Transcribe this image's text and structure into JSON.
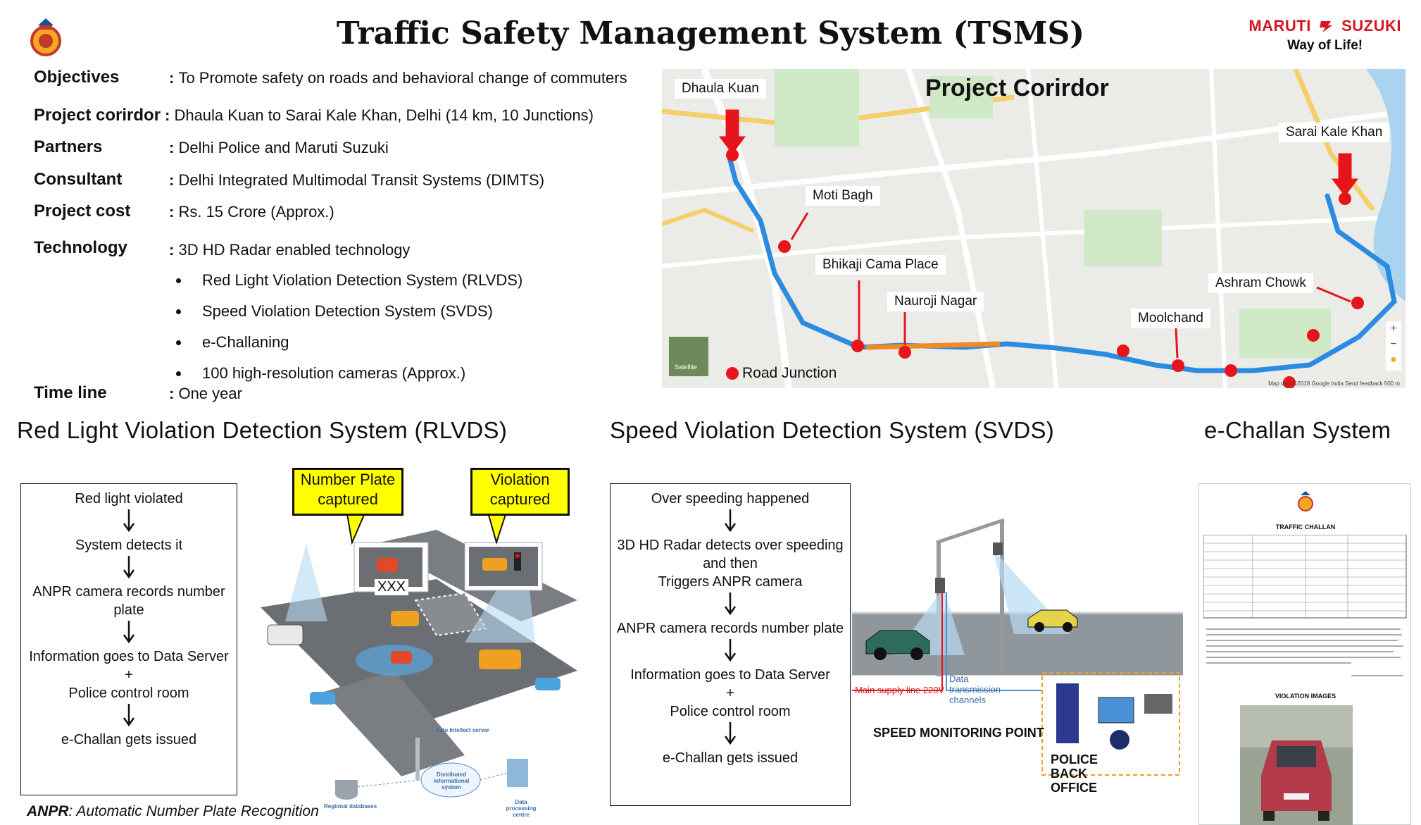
{
  "header": {
    "title": "Traffic Safety Management System (TSMS)",
    "brand_name_left": "MARUTI",
    "brand_name_right": "SUZUKI",
    "brand_tagline": "Way of Life!"
  },
  "info": [
    {
      "label": "Objectives",
      "value": "To Promote safety on roads  and behavioral change of commuters"
    },
    {
      "label": "Project corirdor",
      "value": "Dhaula Kuan  to  Sarai Kale Khan, Delhi  (14 km, 10 Junctions)"
    },
    {
      "label": "Partners",
      "value": "Delhi Police and Maruti Suzuki"
    },
    {
      "label": "Consultant",
      "value": "Delhi Integrated Multimodal Transit Systems (DIMTS)"
    },
    {
      "label": "Project cost",
      "value": "Rs. 15 Crore (Approx.)"
    },
    {
      "label": "Technology",
      "value": "3D HD Radar enabled technology"
    },
    {
      "label": "Time line",
      "value": "One year"
    }
  ],
  "technology_bullets": [
    "Red Light Violation Detection System (RLVDS)",
    "Speed Violation Detection System (SVDS)",
    "e-Challaning",
    "100 high-resolution cameras (Approx.)"
  ],
  "map": {
    "title": "Project Corirdor",
    "junction_labels": [
      "Dhaula Kuan",
      "Sarai Kale Khan",
      "Moti Bagh",
      "Bhikaji Cama Place",
      "Nauroji Nagar",
      "Moolchand",
      "Ashram Chowk"
    ],
    "legend": "Road Junction",
    "satellite_label": "Satellite",
    "footer_text": "Map data ©2018 Google   India   Send feedback   500 m",
    "route_color": "#2a8be0",
    "junction_color": "#e8141b"
  },
  "rlvds": {
    "heading": "Red Light Violation Detection System (RLVDS)",
    "steps": [
      "Red light violated",
      "System detects it",
      "ANPR camera records number plate",
      "Information goes to Data Server\n+\nPolice control room",
      "e-Challan gets issued"
    ],
    "callout_left": "Number Plate captured",
    "callout_right": "Violation captured",
    "plate_text": "XXX",
    "illus_labels": [
      "Auto Intellect server",
      "Distributed informational system",
      "Regional databases",
      "Data processing centre"
    ]
  },
  "svds": {
    "heading": "Speed Violation Detection System (SVDS)",
    "steps": [
      "Over speeding happened",
      "3D HD Radar detects over speeding\nand then\nTriggers ANPR camera",
      "ANPR camera records number plate",
      "Information goes to Data Server\n+\nPolice control room",
      "e-Challan gets issued"
    ],
    "illus_labels": {
      "supply": "Main supply line 220V",
      "data": "Data transmission channels",
      "point": "SPEED MONITORING POINT",
      "office": "POLICE BACK OFFICE"
    }
  },
  "echallan": {
    "heading": "e-Challan System",
    "doc_title": "TRAFFIC CHALLAN",
    "doc_images_label": "VIOLATION IMAGES"
  },
  "footnote": {
    "term": "ANPR",
    "definition": ": Automatic Number Plate Recognition"
  }
}
